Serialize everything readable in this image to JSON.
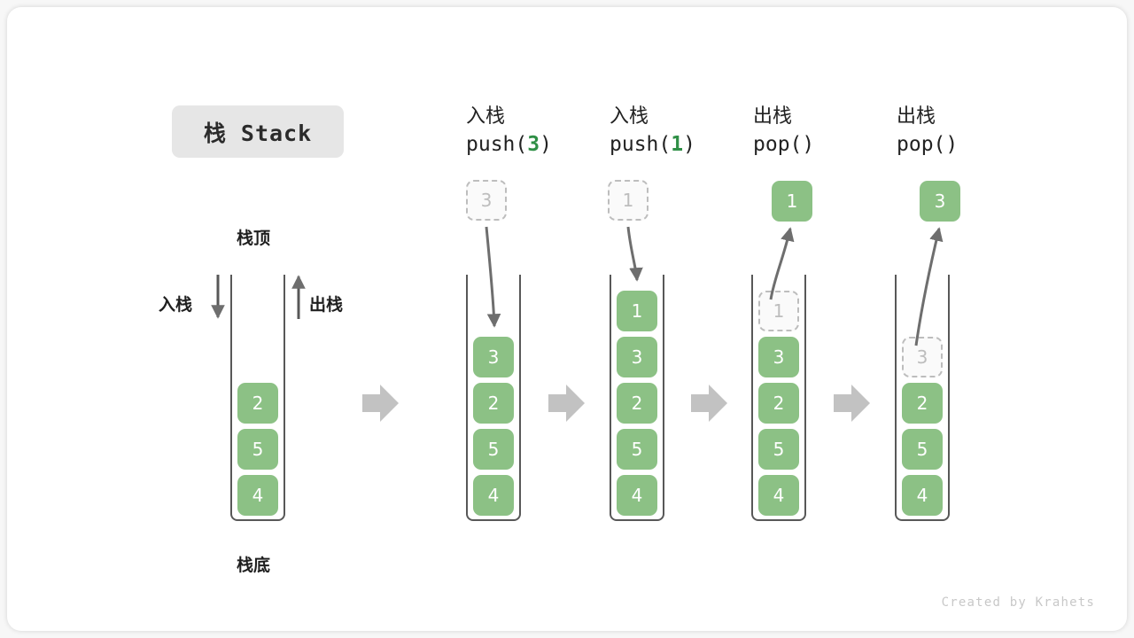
{
  "title_badge": {
    "label": "栈 Stack"
  },
  "watermark": "Created by Krahets",
  "labels": {
    "top": "栈顶",
    "bottom": "栈底",
    "push_side": "入栈",
    "pop_side": "出栈"
  },
  "colors": {
    "item_green": "#8cc185",
    "ghost_border": "#bdbdbd",
    "ghost_text": "#bdbdbd",
    "wall": "#585858",
    "arrow_gray": "#6e6e6e",
    "big_arrow_gray": "#c2c2c2",
    "badge_bg": "#e6e6e6",
    "accent_code_arg": "#2f8f46",
    "watermark": "#c8c8c8"
  },
  "columns": [
    {
      "id": "initial",
      "header_cjk": "",
      "header_code_prefix": "",
      "header_code_arg": "",
      "header_code_suffix": "",
      "floating": null,
      "stack": [
        "2",
        "5",
        "4"
      ],
      "ghost_top": null
    },
    {
      "id": "push-3",
      "header_cjk": "入栈",
      "header_code_prefix": "push(",
      "header_code_arg": "3",
      "header_code_suffix": ")",
      "floating": {
        "value": "3",
        "style": "ghost"
      },
      "stack": [
        "3",
        "2",
        "5",
        "4"
      ],
      "ghost_top": null
    },
    {
      "id": "push-1",
      "header_cjk": "入栈",
      "header_code_prefix": "push(",
      "header_code_arg": "1",
      "header_code_suffix": ")",
      "floating": {
        "value": "1",
        "style": "ghost"
      },
      "stack": [
        "1",
        "3",
        "2",
        "5",
        "4"
      ],
      "ghost_top": null
    },
    {
      "id": "pop-1",
      "header_cjk": "出栈",
      "header_code_prefix": "pop(",
      "header_code_arg": "",
      "header_code_suffix": ")",
      "floating": {
        "value": "1",
        "style": "solid"
      },
      "stack": [
        "3",
        "2",
        "5",
        "4"
      ],
      "ghost_top": "1"
    },
    {
      "id": "pop-3",
      "header_cjk": "出栈",
      "header_code_prefix": "pop(",
      "header_code_arg": "",
      "header_code_suffix": ")",
      "floating": {
        "value": "3",
        "style": "solid"
      },
      "stack": [
        "2",
        "5",
        "4"
      ],
      "ghost_top": "3"
    }
  ]
}
